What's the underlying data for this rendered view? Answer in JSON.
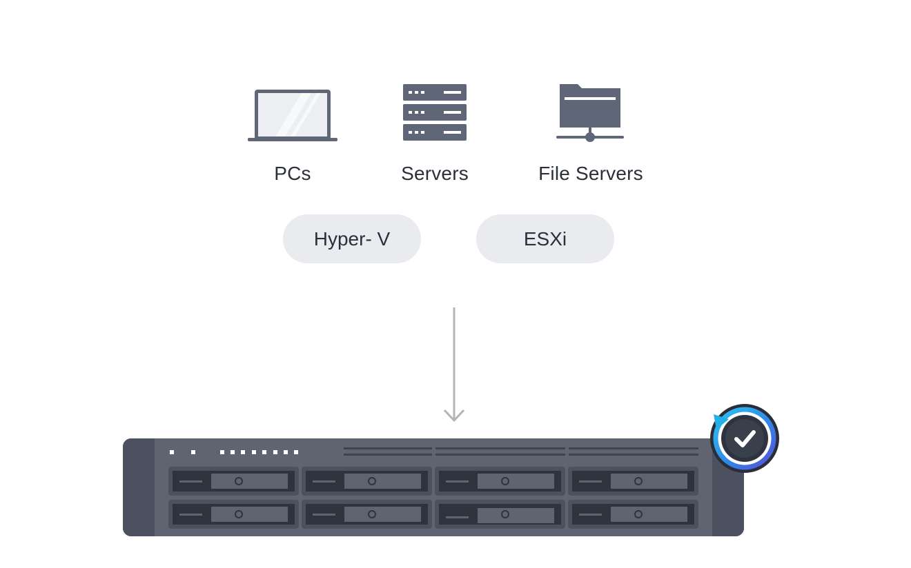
{
  "sources": [
    {
      "label": "PCs",
      "icon": "laptop-icon"
    },
    {
      "label": "Servers",
      "icon": "server-rack-icon"
    },
    {
      "label": "File Servers",
      "icon": "network-folder-icon"
    }
  ],
  "hypervisors": [
    {
      "label": "Hyper- V"
    },
    {
      "label": "ESXi"
    }
  ],
  "colors": {
    "icon": "#5f6677",
    "text": "#2b2f38",
    "pill_bg": "#e9ebef",
    "arrow": "#b4b4b4",
    "chassis": "#5f6470",
    "badge_accent": "#22b0e8"
  }
}
